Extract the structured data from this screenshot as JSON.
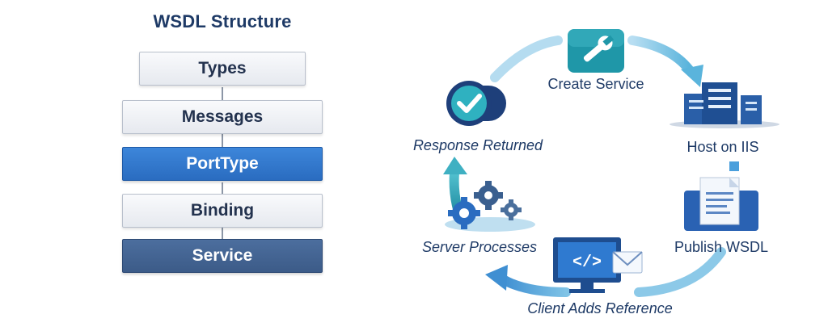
{
  "wsdl": {
    "title": "WSDL Structure",
    "layers": [
      "Types",
      "Messages",
      "PortType",
      "Binding",
      "Service"
    ]
  },
  "cycle": {
    "steps": {
      "create": "Create Service",
      "host": "Host on IIS",
      "publish": "Publish WSDL",
      "client": "Client Adds Reference",
      "server": "Server Processes",
      "response": "Response Returned"
    },
    "icons": {
      "create": "wrench-icon",
      "host": "server-rack-icon",
      "publish": "document-monitor-icon",
      "client": "code-monitor-envelope-icon",
      "server": "gears-icon",
      "response": "checkmark-badge-icon"
    }
  },
  "colors": {
    "navy_text": "#1e3a66",
    "accent_blue": "#2a6cc0",
    "teal": "#2fa3b3",
    "arrow_light": "#9fd0ea"
  }
}
